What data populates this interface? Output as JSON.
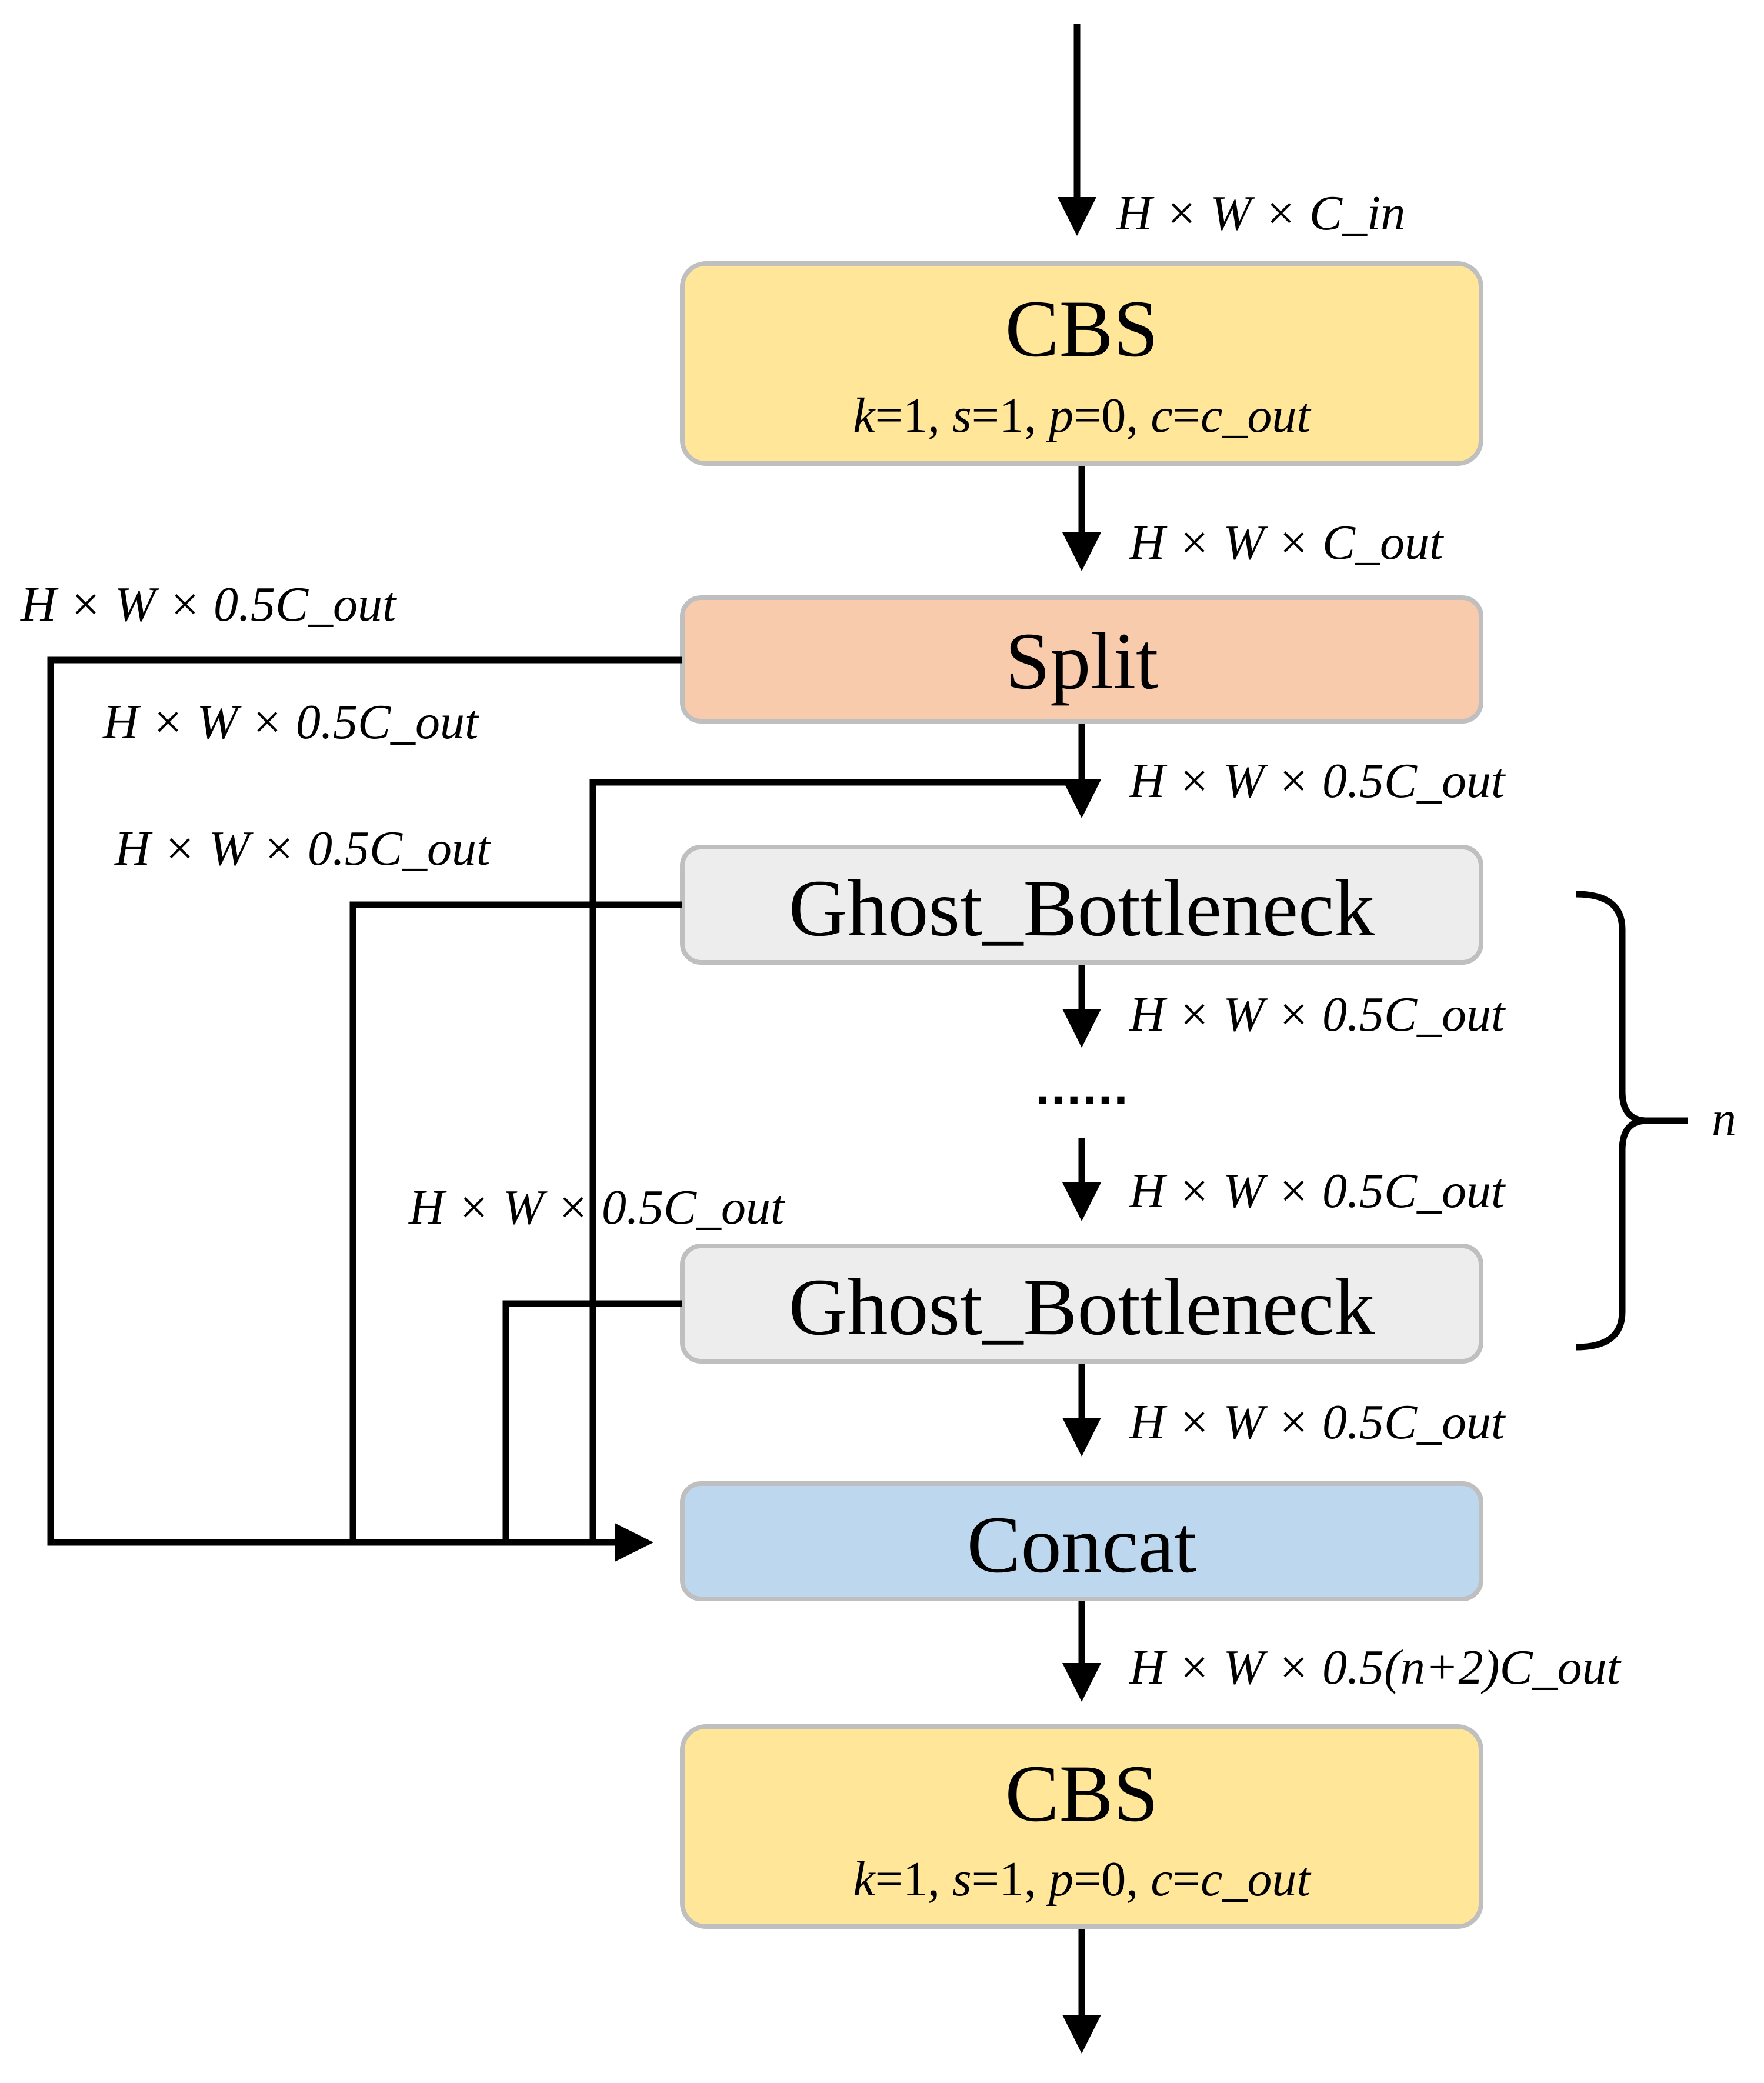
{
  "blocks": {
    "cbs_top": {
      "title": "CBS",
      "k": "k",
      "k_val": "=1, ",
      "s": "s",
      "s_val": "=1, ",
      "p": "p",
      "p_val": "=0, ",
      "c": "c",
      "c_eq": "=",
      "c_out": "c_out",
      "fill": "#FFE699"
    },
    "split": {
      "title": "Split",
      "fill": "#F8CBAD"
    },
    "ghost1": {
      "title": "Ghost_Bottleneck",
      "fill": "#EDEDED"
    },
    "ghost2": {
      "title": "Ghost_Bottleneck",
      "fill": "#EDEDED"
    },
    "concat": {
      "title": "Concat",
      "fill": "#BDD7EE"
    },
    "cbs_bottom": {
      "title": "CBS",
      "k": "k",
      "k_val": "=1, ",
      "s": "s",
      "s_val": "=1, ",
      "p": "p",
      "p_val": "=0, ",
      "c": "c",
      "c_eq": "=",
      "c_out": "c_out",
      "fill": "#FFE699"
    }
  },
  "shapes": {
    "input": "H × W × C_in",
    "cbs_to_split": "H × W × C_out",
    "split_left": "H × W × 0.5C_out",
    "split_down_left": "H × W × 0.5C_out",
    "split_down_right": "H × W × 0.5C_out",
    "ghost1_left": "H × W × 0.5C_out",
    "ghost1_down": "H × W × 0.5C_out",
    "dots_down": "H × W × 0.5C_out",
    "ghost2_left": "H × W × 0.5C_out",
    "ghost2_down": "H × W × 0.5C_out",
    "concat_down": "H × W × 0.5(n+2)C_out"
  },
  "ellipsis": "······",
  "repeat_label": "n",
  "colors": {
    "border": "#BFBFBF",
    "line": "#000000"
  }
}
